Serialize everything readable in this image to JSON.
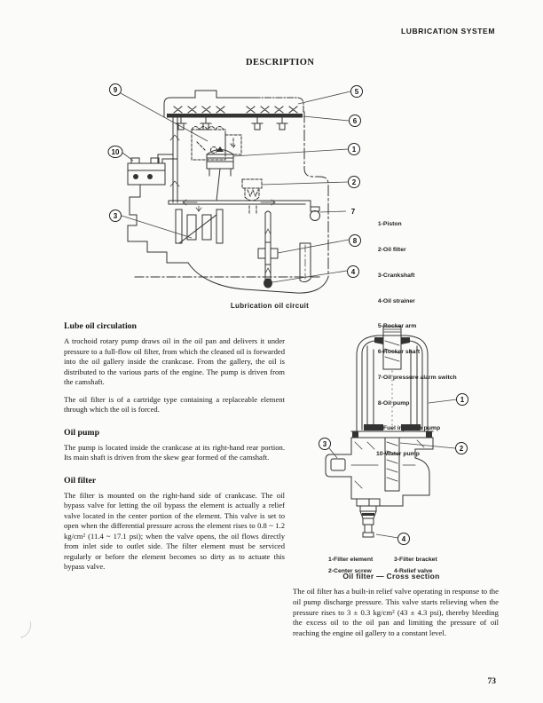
{
  "page": {
    "header": "LUBRICATION SYSTEM",
    "description_title": "DESCRIPTION",
    "page_number": "73"
  },
  "circuit_figure": {
    "caption": "Lubrication oil circuit",
    "parts_list": [
      " 1-Piston",
      " 2-Oil filter",
      " 3-Crankshaft",
      " 4-Oil strainer",
      " 5-Rocker arm",
      " 6-Rocker shaft",
      " 7-Oil pressure alarm switch",
      " 8-Oil pump",
      " 9-Fuel injection pump",
      "10-Water pump"
    ],
    "callouts": [
      "1",
      "2",
      "3",
      "4",
      "5",
      "6",
      "7",
      "8",
      "9",
      "10"
    ]
  },
  "sections": [
    {
      "heading": "Lube oil circulation",
      "paragraphs": [
        "A trochoid rotary pump draws oil in the oil pan and delivers it under pressure to a full-flow oil filter, from which the cleaned oil is forwarded into the oil gallery inside the crankcase. From the gallery, the oil is distributed to the various parts of the engine. The pump is driven from the camshaft.",
        "The oil filter is of a cartridge type containing a replaceable element through which the oil is forced."
      ]
    },
    {
      "heading": "Oil pump",
      "paragraphs": [
        "The pump is located inside the crankcase at its right-hand rear portion. Its main shaft is driven from the skew gear formed of the camshaft."
      ]
    },
    {
      "heading": "Oil filter",
      "paragraphs": [
        "The filter is mounted on the right-hand side of crankcase. The oil bypass valve for letting the oil bypass the element is actually a relief valve located in the center portion of the element. This valve is set to open when the differential pressure across the element rises to 0.8 ~ 1.2 kg/cm² (11.4 ~ 17.1 psi); when the valve opens, the oil flows directly from inlet side to outlet side. The filter element must be serviced regularly or before the element becomes so dirty as to actuate this bypass valve."
      ]
    }
  ],
  "filter_figure": {
    "caption": "Oil filter — Cross section",
    "labels": [
      "1-Filter element",
      "2-Center screw",
      "3-Filter bracket",
      "4-Relief valve"
    ],
    "callouts": [
      "1",
      "2",
      "3",
      "4"
    ]
  },
  "right_column": {
    "paragraph": "The oil filter has a built-in relief valve operating in response to the oil pump discharge pressure. This valve starts relieving when the pressure rises to 3 ± 0.3 kg/cm² (43 ± 4.3 psi), thereby bleeding the excess oil to the oil pan and limiting the pressure of oil reaching the engine oil gallery to a constant level."
  }
}
